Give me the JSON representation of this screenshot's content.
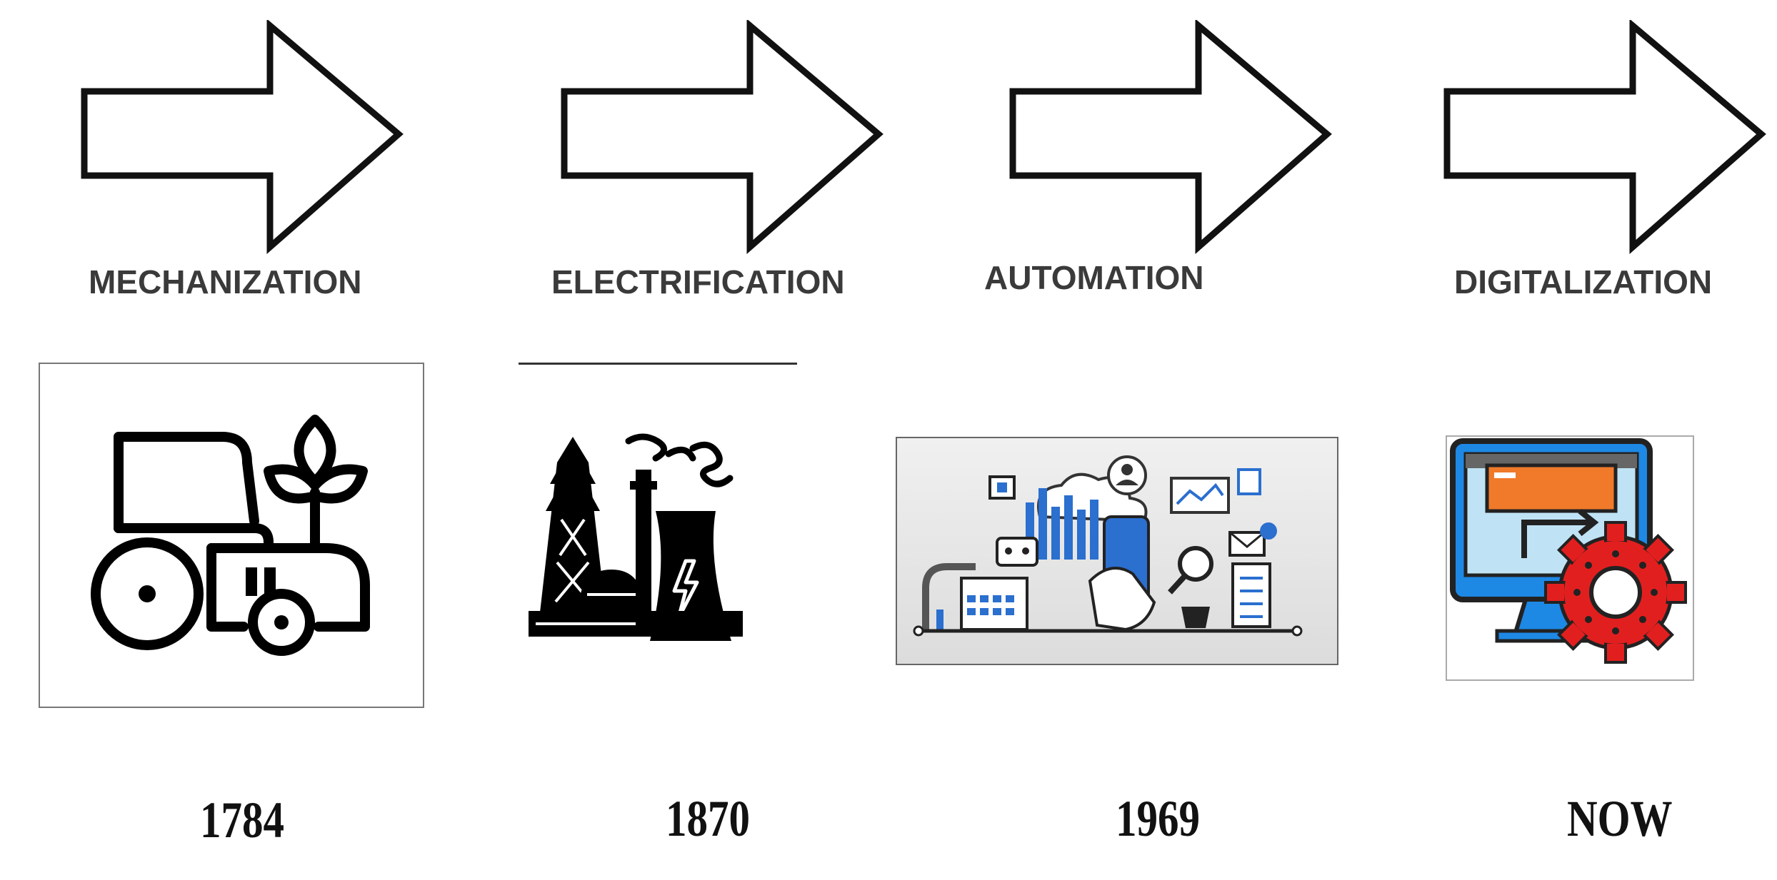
{
  "stages": [
    {
      "label": "MECHANIZATION",
      "year": "1784",
      "icon": "tractor-sprout-icon"
    },
    {
      "label": "ELECTRIFICATION",
      "year": "1870",
      "icon": "power-plant-icon"
    },
    {
      "label": "AUTOMATION",
      "year": "1969",
      "icon": "automation-collage-icon"
    },
    {
      "label": "DIGITALIZATION",
      "year": "NOW",
      "icon": "monitor-gear-icon"
    }
  ],
  "colors": {
    "label_text": "#3a3a3a",
    "year_text": "#111111",
    "automation_blue": "#2b6fcf",
    "gear_red": "#e21f1f",
    "monitor_orange": "#f07a2a",
    "monitor_blue": "#1e88e5"
  }
}
